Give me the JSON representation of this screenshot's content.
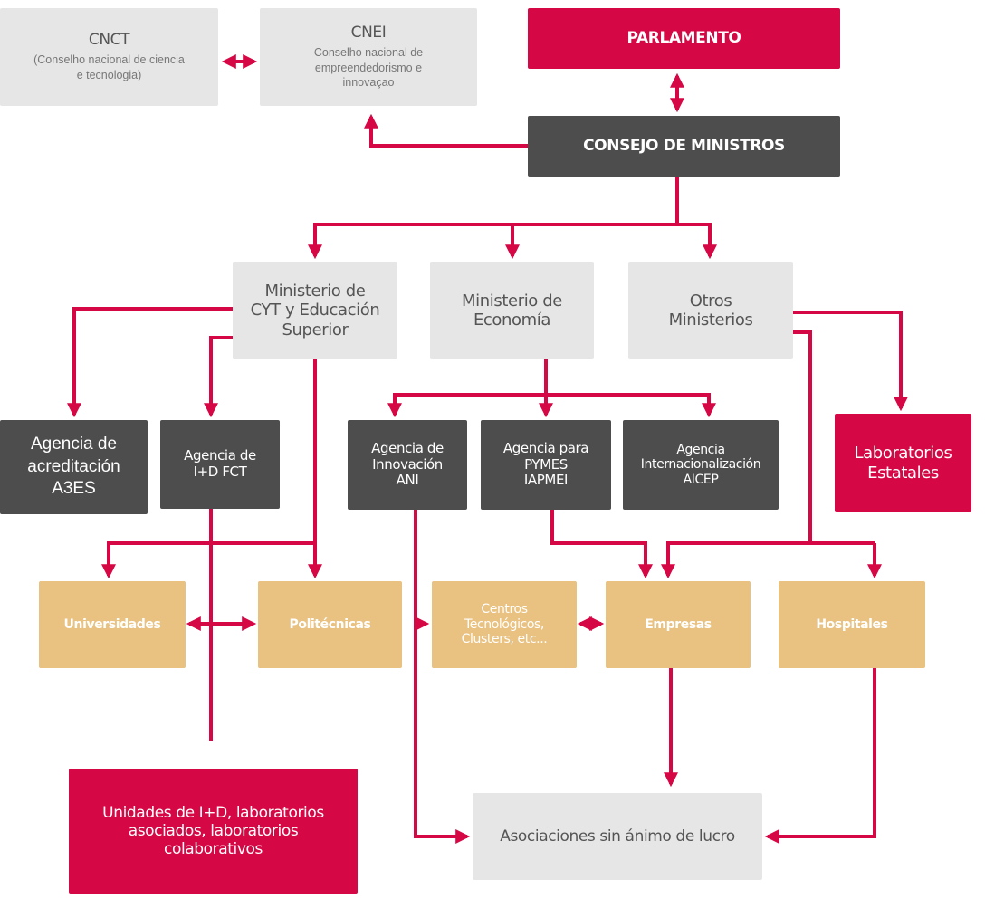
{
  "colors": {
    "accent": "#d50744",
    "dark_box": "#4d4d4d",
    "light_box": "#e6e6e6",
    "tan_box": "#e9c180"
  },
  "nodes": {
    "cnct": {
      "title": "CNCT",
      "subtitle": "(Conselho nacional de ciencia\ne tecnologia)"
    },
    "cnei": {
      "title": "CNEI",
      "subtitle": "Conselho nacional de\nempreendedorismo e\ninnovaçao"
    },
    "parlamento": "PARLAMENTO",
    "consejo": "CONSEJO DE MINISTROS",
    "min_cyt": "Ministerio de\nCYT y Educación\nSuperior",
    "min_eco": "Ministerio de\nEconomía",
    "otros_min": "Otros\nMinisterios",
    "a3es": "Agencia de\nacreditación\nA3ES",
    "fct": "Agencia de\nI+D FCT",
    "ani": "Agencia de\nInnovación\nANI",
    "iapmei": "Agencia para\nPYMES\nIAPMEI",
    "aicep": "Agencia\nInternacionalización\nAICEP",
    "labs_estatales": "Laboratorios\nEstatales",
    "universidades": "Universidades",
    "politecnicas": "Politécnicas",
    "centros": "Centros\nTecnológicos,\nClusters, etc...",
    "empresas": "Empresas",
    "hospitales": "Hospitales",
    "unidades": "Unidades de I+D, laboratorios\nasociados, laboratorios\ncolaborativos",
    "asociaciones": "Asociaciones sin ánimo de lucro"
  }
}
